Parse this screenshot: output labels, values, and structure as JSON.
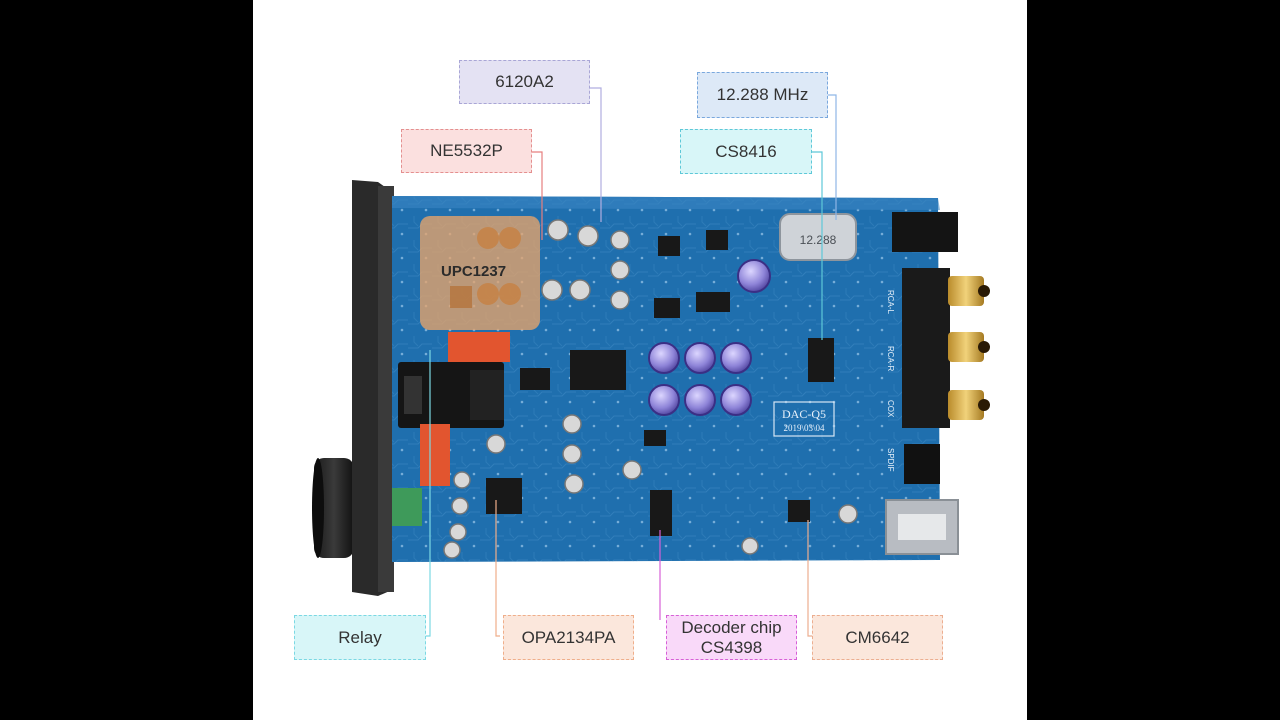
{
  "callouts": {
    "c6120a2": "6120A2",
    "ne5532p": "NE5532P",
    "mhz": "12.288 MHz",
    "cs8416": "CS8416",
    "relay": "Relay",
    "opa2134pa": "OPA2134PA",
    "decoder": "Decoder chip\nCS4398",
    "cm6642": "CM6642"
  },
  "board_labels": {
    "upc1237": "UPC1237",
    "model": "DAC-Q5",
    "date": "2019\\03\\04",
    "crystal": "12.288",
    "rca_l": "RCA-L",
    "rca_r": "RCA-R",
    "coax": "COX",
    "spdif": "SPDIF"
  },
  "colors": {
    "pcb": "#1f6fae",
    "purple": "#e4e2f3",
    "red": "#fbe0df",
    "blue": "#dde9f7",
    "cyan": "#d8f6f8",
    "orange": "#fbe7dc",
    "magenta": "#f9d9f9"
  }
}
